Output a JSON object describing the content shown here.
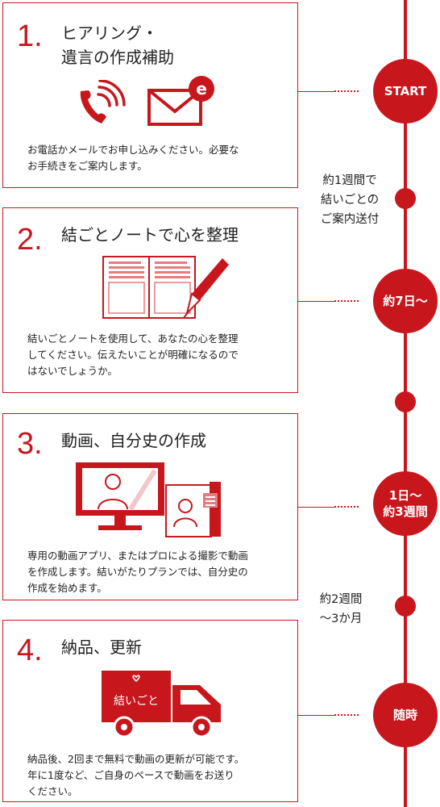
{
  "colors": {
    "accent": "#c8161d"
  },
  "steps": [
    {
      "number": "1.",
      "title": "ヒアリング・\n遺言の作成補助",
      "description": "お電話かメールでお申し込みください。必要な\nお手続きをご案内します。",
      "icons": [
        "phone-icon",
        "email-icon"
      ]
    },
    {
      "number": "2.",
      "title": "結ごとノートで心を整理",
      "description": "結いごとノートを使用して、あなたの心を整理\nしてください。伝えたいことが明確になるので\nはないでしょうか。",
      "icons": [
        "notebook-icon",
        "pen-icon"
      ]
    },
    {
      "number": "3.",
      "title": "動画、自分史の作成",
      "description": "専用の動画アプリ、またはプロによる撮影で動画\nを作成します。結いがたりプランでは、自分史の\n作成を始めます。",
      "icons": [
        "monitor-icon",
        "photo-album-icon"
      ]
    },
    {
      "number": "4.",
      "title": "納品、更新",
      "description": "納品後、2回まで無料で動画の更新が可能です。\n年に1度など、ご自身のペースで動画をお送り\nください。",
      "icons": [
        "delivery-truck-icon"
      ],
      "truck_logo": "結いごと"
    }
  ],
  "timeline": {
    "milestones": [
      "START",
      "約7日～",
      "1日～\n約3週間",
      "随時"
    ],
    "durations": [
      "約1週間で\n結いごとの\nご案内送付",
      "約2週間\n～3か月"
    ]
  }
}
